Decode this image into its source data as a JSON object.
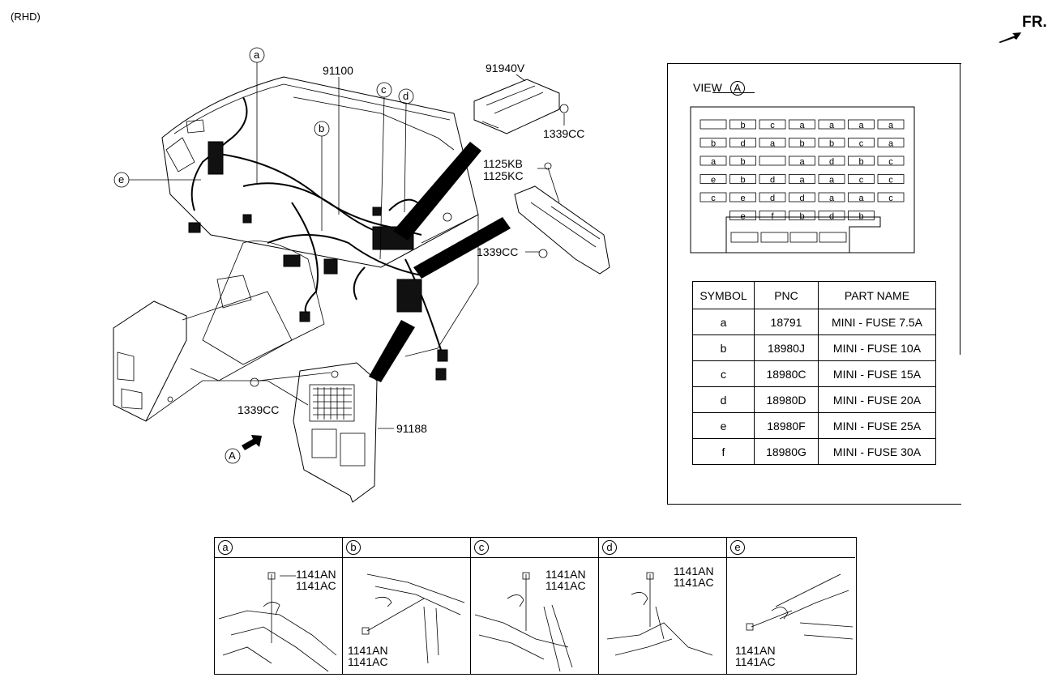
{
  "header": {
    "variant": "(RHD)",
    "front_label": "FR."
  },
  "main_diagram": {
    "labels": {
      "p91100": "91100",
      "p91940v": "91940V",
      "p1339cc_top": "1339CC",
      "p1125kb": "1125KB",
      "p1125kc": "1125KC",
      "p1339cc_mid": "1339CC",
      "p1339cc_left": "1339CC",
      "p91188": "91188"
    },
    "callouts": {
      "a": "a",
      "b": "b",
      "c": "c",
      "d": "d",
      "e": "e",
      "view_a": "A"
    }
  },
  "view_panel": {
    "title": "VIEW",
    "title_circle": "A",
    "fuse_rows": [
      [
        "",
        "b",
        "c",
        "a",
        "a",
        "a",
        "a"
      ],
      [
        "b",
        "d",
        "a",
        "b",
        "b",
        "c",
        "a"
      ],
      [
        "a",
        "b",
        "",
        "a",
        "d",
        "b",
        "c"
      ],
      [
        "e",
        "b",
        "d",
        "a",
        "a",
        "c",
        "c"
      ],
      [
        "c",
        "e",
        "d",
        "d",
        "a",
        "a",
        "c"
      ],
      [
        "e",
        "f",
        "b",
        "d",
        "b"
      ]
    ],
    "table": {
      "headers": [
        "SYMBOL",
        "PNC",
        "PART NAME"
      ],
      "rows": [
        [
          "a",
          "18791",
          "MINI - FUSE 7.5A"
        ],
        [
          "b",
          "18980J",
          "MINI - FUSE 10A"
        ],
        [
          "c",
          "18980C",
          "MINI - FUSE 15A"
        ],
        [
          "d",
          "18980D",
          "MINI - FUSE 20A"
        ],
        [
          "e",
          "18980F",
          "MINI - FUSE 25A"
        ],
        [
          "f",
          "18980G",
          "MINI - FUSE 30A"
        ]
      ]
    }
  },
  "details": [
    {
      "key": "a",
      "parts": [
        "1141AN",
        "1141AC"
      ]
    },
    {
      "key": "b",
      "parts": [
        "1141AN",
        "1141AC"
      ]
    },
    {
      "key": "c",
      "parts": [
        "1141AN",
        "1141AC"
      ]
    },
    {
      "key": "d",
      "parts": [
        "1141AN",
        "1141AC"
      ]
    },
    {
      "key": "e",
      "parts": [
        "1141AN",
        "1141AC"
      ]
    }
  ]
}
